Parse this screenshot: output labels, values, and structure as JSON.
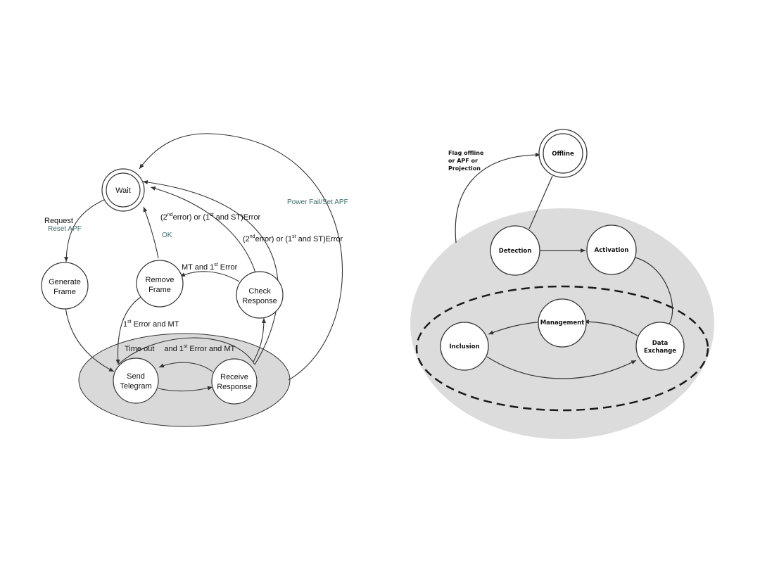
{
  "left_diagram": {
    "states": {
      "wait": "Wait",
      "generate_frame": [
        "Generate",
        "Frame"
      ],
      "remove_frame": [
        "Remove",
        "Frame"
      ],
      "check_response": [
        "Check",
        "Response"
      ],
      "send_telegram": [
        "Send",
        "Telegram"
      ],
      "receive_response": [
        "Receive",
        "Response"
      ]
    },
    "transitions": {
      "request": "Request",
      "reset_apf": "Reset APF",
      "power_fail": "Power Fail/Set APF",
      "ok": "OK",
      "mt_first_error_a": "MT and 1",
      "mt_first_error_sup": "st",
      "mt_first_error_b": " Error",
      "err_top_1": "(2",
      "err_top_2": "nd",
      "err_top_3": "error) or (1",
      "err_top_4": "st",
      "err_top_5": " and ST)Error",
      "err_right_1": "(2",
      "err_right_2": "nd",
      "err_right_3": "error) or (1",
      "err_right_4": "st",
      "err_right_5": " and ST)Error",
      "first_error_mt_1": "1",
      "first_error_mt_2": "st",
      "first_error_mt_3": " Error and MT",
      "timeout_1": "Time out",
      "timeout_2": "and 1",
      "timeout_3": "st",
      "timeout_4": " Error and MT"
    }
  },
  "right_diagram": {
    "states": {
      "offline": "Offline",
      "detection": "Detection",
      "activation": "Activation",
      "management": "Management",
      "inclusion": "Inclusion",
      "data_exchange": [
        "Data",
        "Exchange"
      ]
    },
    "flag_label": [
      "Flag offline",
      "or APF or",
      "Projection"
    ]
  },
  "colors": {
    "ellipse_fill": "#d9d9d9",
    "right_ellipse_fill": "#dcdcdc",
    "node_fill": "#ffffff",
    "stroke": "#333333",
    "green_label": "#3f6d66"
  }
}
